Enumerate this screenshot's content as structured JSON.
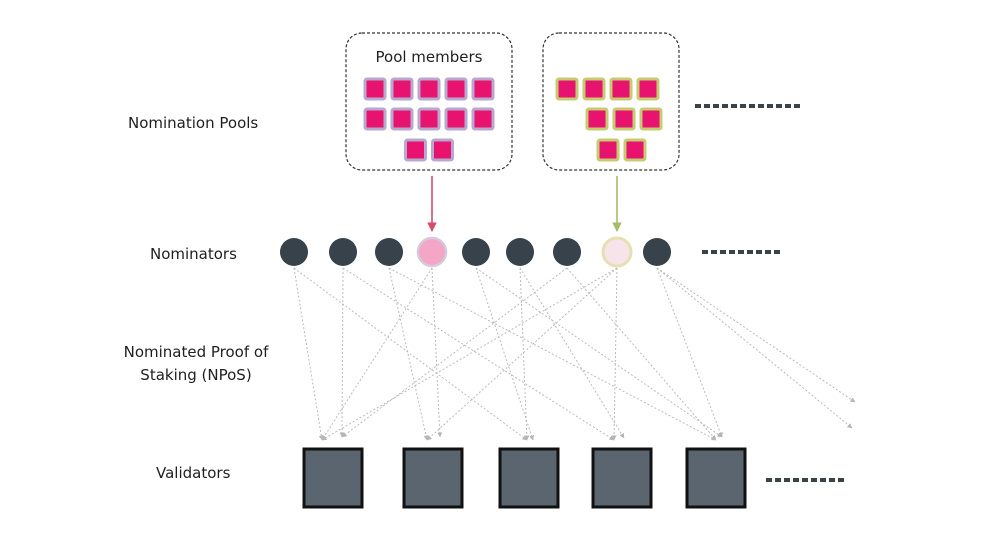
{
  "labels": {
    "nomination_pools": "Nomination Pools",
    "nominators": "Nominators",
    "npos_line1": "Nominated Proof of",
    "npos_line2": "Staking (NPoS)",
    "validators": "Validators",
    "pool_members": "Pool members"
  },
  "colors": {
    "member_fill": "#e8136e",
    "pool1_member_border": "#b8a7cf",
    "pool2_member_border": "#c6cb70",
    "pool1_arrow": "#d94a6a",
    "pool2_arrow": "#a6bb6c",
    "nominator_fill": "#38424b",
    "pool_nominator_pink": "#f3a6c6",
    "pool_nominator_cream": "#f7e3ea",
    "validator_fill": "#5a6570",
    "validator_border": "#111111",
    "edge": "#b8bcbf",
    "ellipsis": "#3b4248"
  },
  "pools": [
    {
      "name": "pool-1",
      "member_rows": [
        5,
        5,
        2
      ]
    },
    {
      "name": "pool-2",
      "member_rows": [
        4,
        3,
        2
      ]
    }
  ],
  "nominators": [
    {
      "kind": "regular"
    },
    {
      "kind": "regular"
    },
    {
      "kind": "regular"
    },
    {
      "kind": "pool-1"
    },
    {
      "kind": "regular"
    },
    {
      "kind": "regular"
    },
    {
      "kind": "regular"
    },
    {
      "kind": "pool-2"
    },
    {
      "kind": "regular"
    }
  ],
  "validators": 5,
  "nominations": [
    [
      0,
      0
    ],
    [
      0,
      2
    ],
    [
      1,
      0
    ],
    [
      1,
      3
    ],
    [
      2,
      1
    ],
    [
      2,
      4
    ],
    [
      3,
      0
    ],
    [
      3,
      1
    ],
    [
      4,
      2
    ],
    [
      4,
      4
    ],
    [
      5,
      2
    ],
    [
      5,
      3
    ],
    [
      6,
      0
    ],
    [
      6,
      4
    ],
    [
      7,
      0
    ],
    [
      7,
      1
    ],
    [
      7,
      3
    ],
    [
      8,
      4
    ],
    [
      8,
      5
    ],
    [
      8,
      6
    ]
  ]
}
